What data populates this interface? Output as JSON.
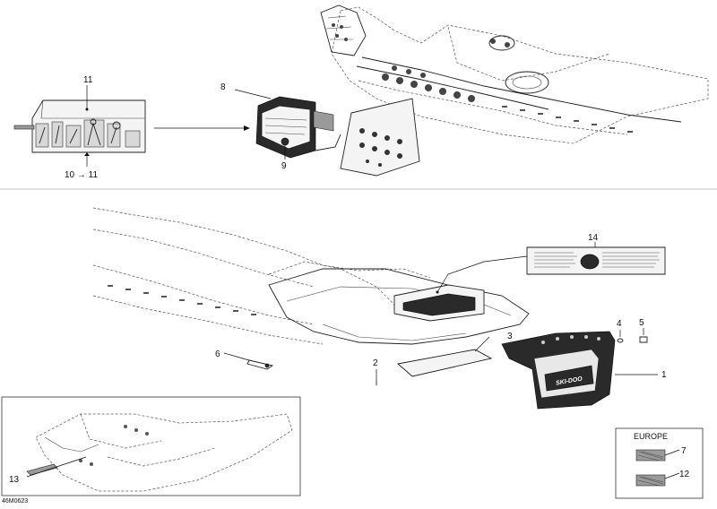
{
  "callouts": {
    "c1": "1",
    "c2": "2",
    "c3": "3",
    "c4": "4",
    "c5": "5",
    "c6": "6",
    "c7": "7",
    "c8": "8",
    "c9": "9",
    "c10": "10",
    "c11": "11",
    "c12": "12",
    "c13": "13",
    "c14": "14"
  },
  "toolkit_arrow_label": "10 → 11",
  "europe_label": "EUROPE",
  "flap_brand": "SKI-DOO",
  "diagram_code": "46M0623"
}
